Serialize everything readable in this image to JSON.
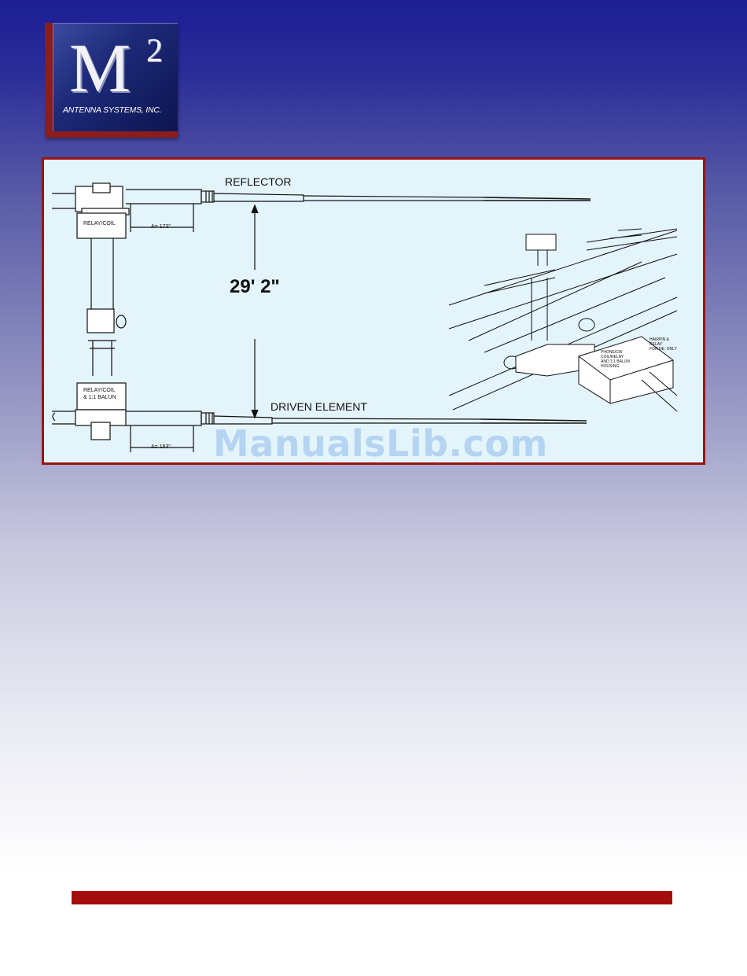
{
  "brand": {
    "logo_main": "M",
    "logo_superscript": "2",
    "logo_subtitle": "ANTENNA SYSTEMS, INC."
  },
  "diagram": {
    "reflector_label": "REFLECTOR",
    "driven_label": "DRIVEN ELEMENT",
    "spacing_label": "29' 2\"",
    "relay_top_label": "RELAY/COIL",
    "relay_bottom_label_line1": "RELAY/COIL",
    "relay_bottom_label_line2": "& 1:1 BALUN",
    "dim_top": "A= 173\"",
    "dim_bottom": "A= 163\"",
    "detail_housing_line1": "PHONE/CW",
    "detail_housing_line2": "COIL/RELAY",
    "detail_housing_line3": "AND 1:1 BALUN",
    "detail_housing_line4": "HOUSING",
    "detail_hairpin_line1": "HAIRPIN &",
    "detail_hairpin_line2": "RELAY",
    "detail_hairpin_line3": "FOR DE. ONLY"
  },
  "watermark": "ManualsLib.com",
  "colors": {
    "frame_border": "#9b1414",
    "diagram_bg": "#e4f4fb",
    "footer_bar": "#a50d0d"
  }
}
